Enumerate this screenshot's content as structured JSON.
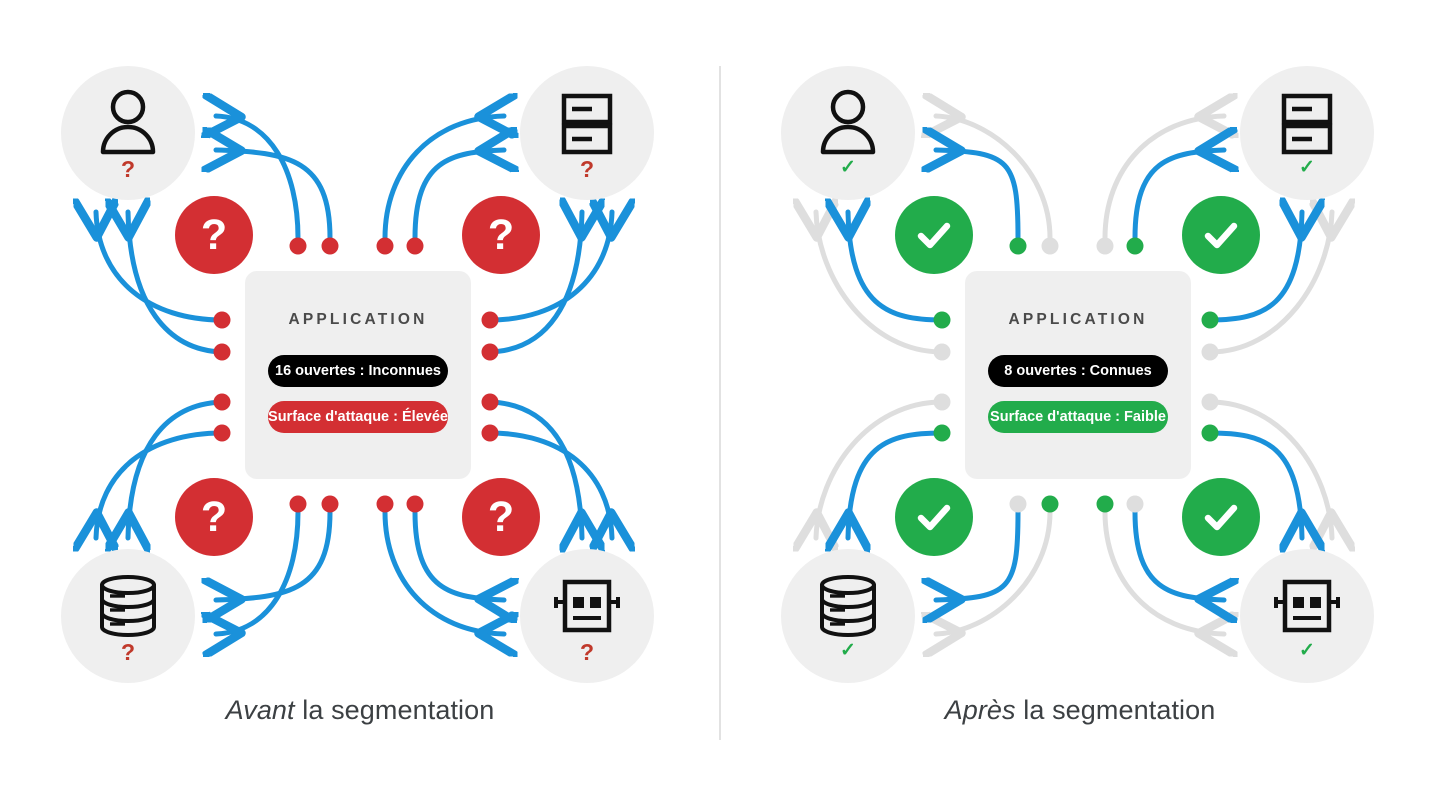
{
  "diagram": {
    "title": "Avant / Apres la segmentation",
    "colors": {
      "active_arrow": "#1a91da",
      "inactive_arrow": "#dedede",
      "open_port_before": "#d32f33",
      "open_port_after": "#22ac4b",
      "closed_port": "#dedede",
      "badge_bad": "#d32f33",
      "badge_good": "#22ac4b",
      "node_circle": "#efefef",
      "app_box": "#efefef",
      "divider": "#e2e2e2",
      "text": "#3c4043"
    }
  },
  "panels": [
    {
      "id": "before",
      "caption_emphasis": "Avant",
      "caption_rest": " la segmentation",
      "app": {
        "title": "APPLICATION",
        "ports_pill": "16 ouvertes : Inconnues",
        "ports_pill_color": "#000000",
        "surface_pill": "Surface d'attaque : Élevée",
        "surface_pill_color": "#d32f33"
      },
      "nodes": [
        {
          "position": "top-left",
          "icon": "user-icon",
          "status_mark": "?",
          "status": "unknown"
        },
        {
          "position": "top-right",
          "icon": "server-icon",
          "status_mark": "?",
          "status": "unknown"
        },
        {
          "position": "bottom-left",
          "icon": "database-icon",
          "status_mark": "?",
          "status": "unknown"
        },
        {
          "position": "bottom-right",
          "icon": "robot-icon",
          "status_mark": "?",
          "status": "unknown"
        }
      ],
      "badges": [
        {
          "position": "top-left",
          "type": "question",
          "label": "?"
        },
        {
          "position": "top-right",
          "type": "question",
          "label": "?"
        },
        {
          "position": "bottom-left",
          "type": "question",
          "label": "?"
        },
        {
          "position": "bottom-right",
          "type": "question",
          "label": "?"
        }
      ],
      "flows_active": 16,
      "flows_inactive": 0
    },
    {
      "id": "after",
      "caption_emphasis": "Après",
      "caption_rest": " la segmentation",
      "app": {
        "title": "APPLICATION",
        "ports_pill": "8 ouvertes : Connues",
        "ports_pill_color": "#000000",
        "surface_pill": "Surface d'attaque : Faible",
        "surface_pill_color": "#22ac4b"
      },
      "nodes": [
        {
          "position": "top-left",
          "icon": "user-icon",
          "status_mark": "✓",
          "status": "known"
        },
        {
          "position": "top-right",
          "icon": "server-icon",
          "status_mark": "✓",
          "status": "known"
        },
        {
          "position": "bottom-left",
          "icon": "database-icon",
          "status_mark": "✓",
          "status": "known"
        },
        {
          "position": "bottom-right",
          "icon": "robot-icon",
          "status_mark": "✓",
          "status": "known"
        }
      ],
      "badges": [
        {
          "position": "top-left",
          "type": "check",
          "label": ""
        },
        {
          "position": "top-right",
          "type": "check",
          "label": ""
        },
        {
          "position": "bottom-left",
          "type": "check",
          "label": ""
        },
        {
          "position": "bottom-right",
          "type": "check",
          "label": ""
        }
      ],
      "flows_active": 8,
      "flows_inactive": 8
    }
  ]
}
